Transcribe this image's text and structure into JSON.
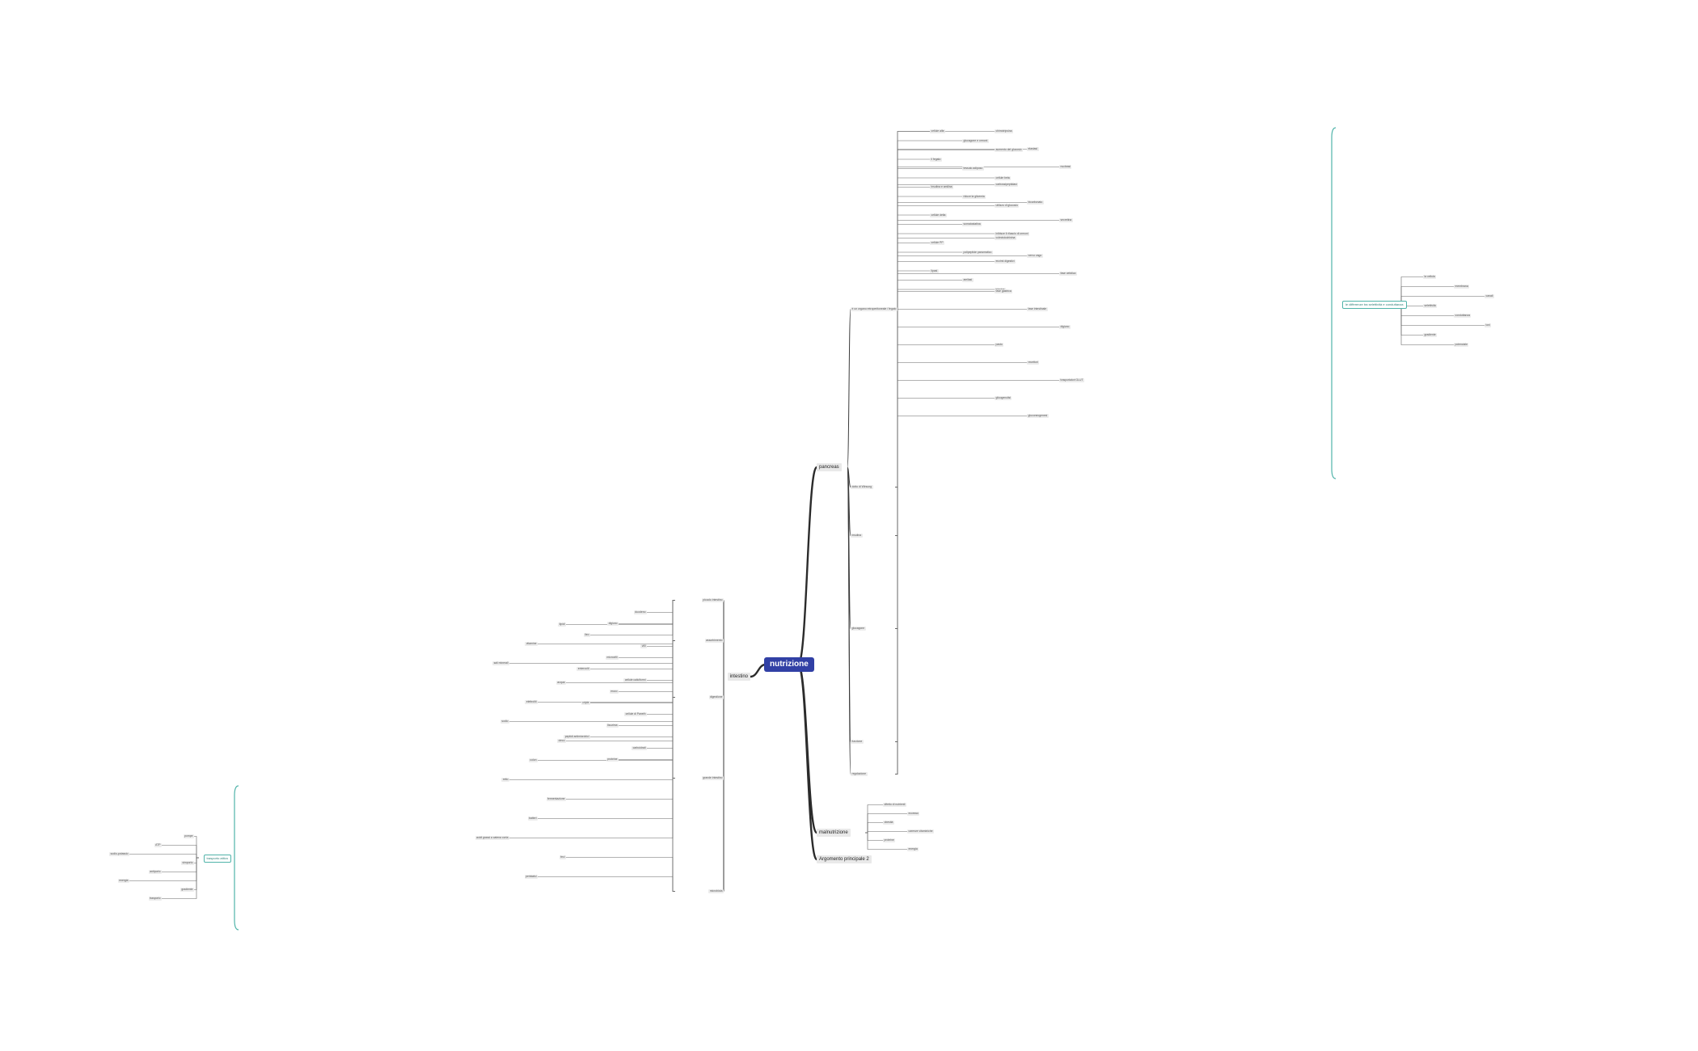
{
  "root": {
    "label": "nutrizione"
  },
  "branches": {
    "pancreas": "pancreas",
    "intestino": "intestino",
    "malnutrizione": "malnutrizione",
    "argomento": "Argomento principale 2"
  },
  "pancreas_sub": [
    "è un organo retroperitoneale / fegato",
    "dotto di Wirsung",
    "insulina",
    "glucagone",
    "funzione",
    "regolazione"
  ],
  "pancreas_items": [
    "cellule alfa",
    "glucagone e ormoni",
    "aumento del glucosio",
    "il fegato",
    "tessuto adiposo",
    "cellule beta",
    "insulina e amilina",
    "riduce la glicemia",
    "utilizzo di glucosio",
    "cellule delta",
    "somatostatina",
    "inibisce il rilascio di ormoni",
    "cellule PP",
    "polipeptide pancreatico",
    "enzimi digestivi",
    "lipasi",
    "amilasi",
    "tripsina",
    "chimotripsina",
    "elastasi",
    "nucleasi",
    "carbossipeptidasi",
    "bicarbonato",
    "secretina",
    "colecistochinina",
    "nervo vago",
    "fase cefalica",
    "fase gastrica",
    "fase intestinale",
    "digiuno",
    "pasto",
    "recettori",
    "trasportatori GLUT",
    "glicogenolisi",
    "gluconeogenesi"
  ],
  "intestino_sub": [
    "piccolo intestino",
    "assorbimento",
    "digestione",
    "grande intestino",
    "microbiota"
  ],
  "intestino_items": [
    "duodeno",
    "digiuno",
    "ileo",
    "villi",
    "microvilli",
    "enterociti",
    "cellule caliciformi",
    "muco",
    "cripte",
    "cellule di Paneth",
    "lisozima",
    "peptidi antimicrobici",
    "carboidrati",
    "proteine",
    "lipidi",
    "vitamine",
    "sali minerali",
    "acqua",
    "elettroliti",
    "sodio",
    "cieco",
    "colon",
    "retto",
    "fermentazione",
    "batteri",
    "acidi grassi a catena corta",
    "feci",
    "peristalsi"
  ],
  "mal_items": [
    "difetto di nutrienti",
    "eccesso",
    "obesità",
    "carenze vitaminiche",
    "proteine",
    "energia"
  ],
  "float_right": {
    "label": "le differenze tra selettività e conduttanza"
  },
  "float_left": {
    "label": "trasporto attivo"
  },
  "right_items": [
    "la cellula",
    "membrana",
    "canali",
    "selettività",
    "conduttanza",
    "ioni",
    "gradiente",
    "potenziale"
  ],
  "left_items": [
    "pompe",
    "ATP",
    "sodio-potassio",
    "simporto",
    "antiporto",
    "energia",
    "gradiente",
    "trasporto"
  ]
}
